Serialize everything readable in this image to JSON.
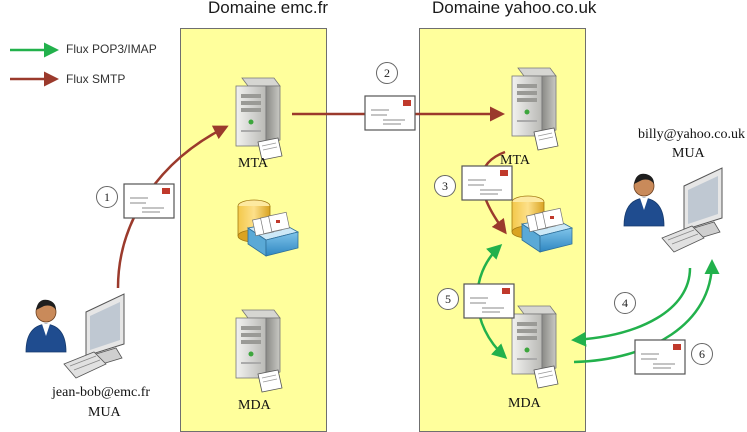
{
  "domains": {
    "left_title": "Domaine emc.fr",
    "right_title": "Domaine yahoo.co.uk"
  },
  "legend": {
    "pop_imap": {
      "label": "Flux POP3/IMAP",
      "color": "#22b14c"
    },
    "smtp": {
      "label": "Flux SMTP",
      "color": "#9b3a2c"
    }
  },
  "nodes": {
    "left_mta": "MTA",
    "left_mda": "MDA",
    "right_mta": "MTA",
    "right_mda": "MDA",
    "user_left_email": "jean-bob@emc.fr",
    "user_left_role": "MUA",
    "user_right_email": "billy@yahoo.co.uk",
    "user_right_role": "MUA"
  },
  "steps": [
    "1",
    "2",
    "3",
    "4",
    "5",
    "6"
  ],
  "colors": {
    "zone": "#ffff9c",
    "smtp": "#9b3a2c",
    "pop": "#22b14c"
  }
}
